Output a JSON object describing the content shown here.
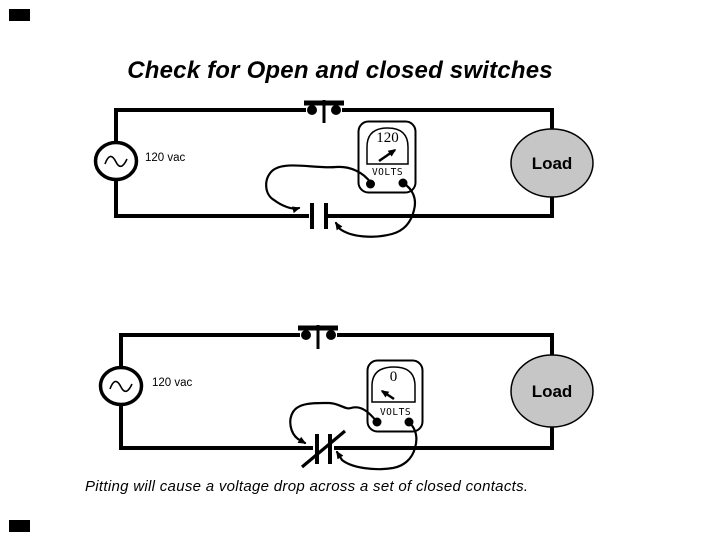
{
  "slide": {
    "title": "Check for Open and closed switches",
    "caption": "Pitting will cause a voltage drop across a set of closed contacts."
  },
  "colors": {
    "ink": "#000000",
    "background": "#ffffff",
    "load_fill": "#c6c6c6"
  },
  "circuits": [
    {
      "source_label": "120 vac",
      "meter": {
        "reading": "120",
        "unit": "VOLTS"
      },
      "load_label": "Load"
    },
    {
      "source_label": "120 vac",
      "meter": {
        "reading": "0",
        "unit": "VOLTS"
      },
      "load_label": "Load"
    }
  ]
}
